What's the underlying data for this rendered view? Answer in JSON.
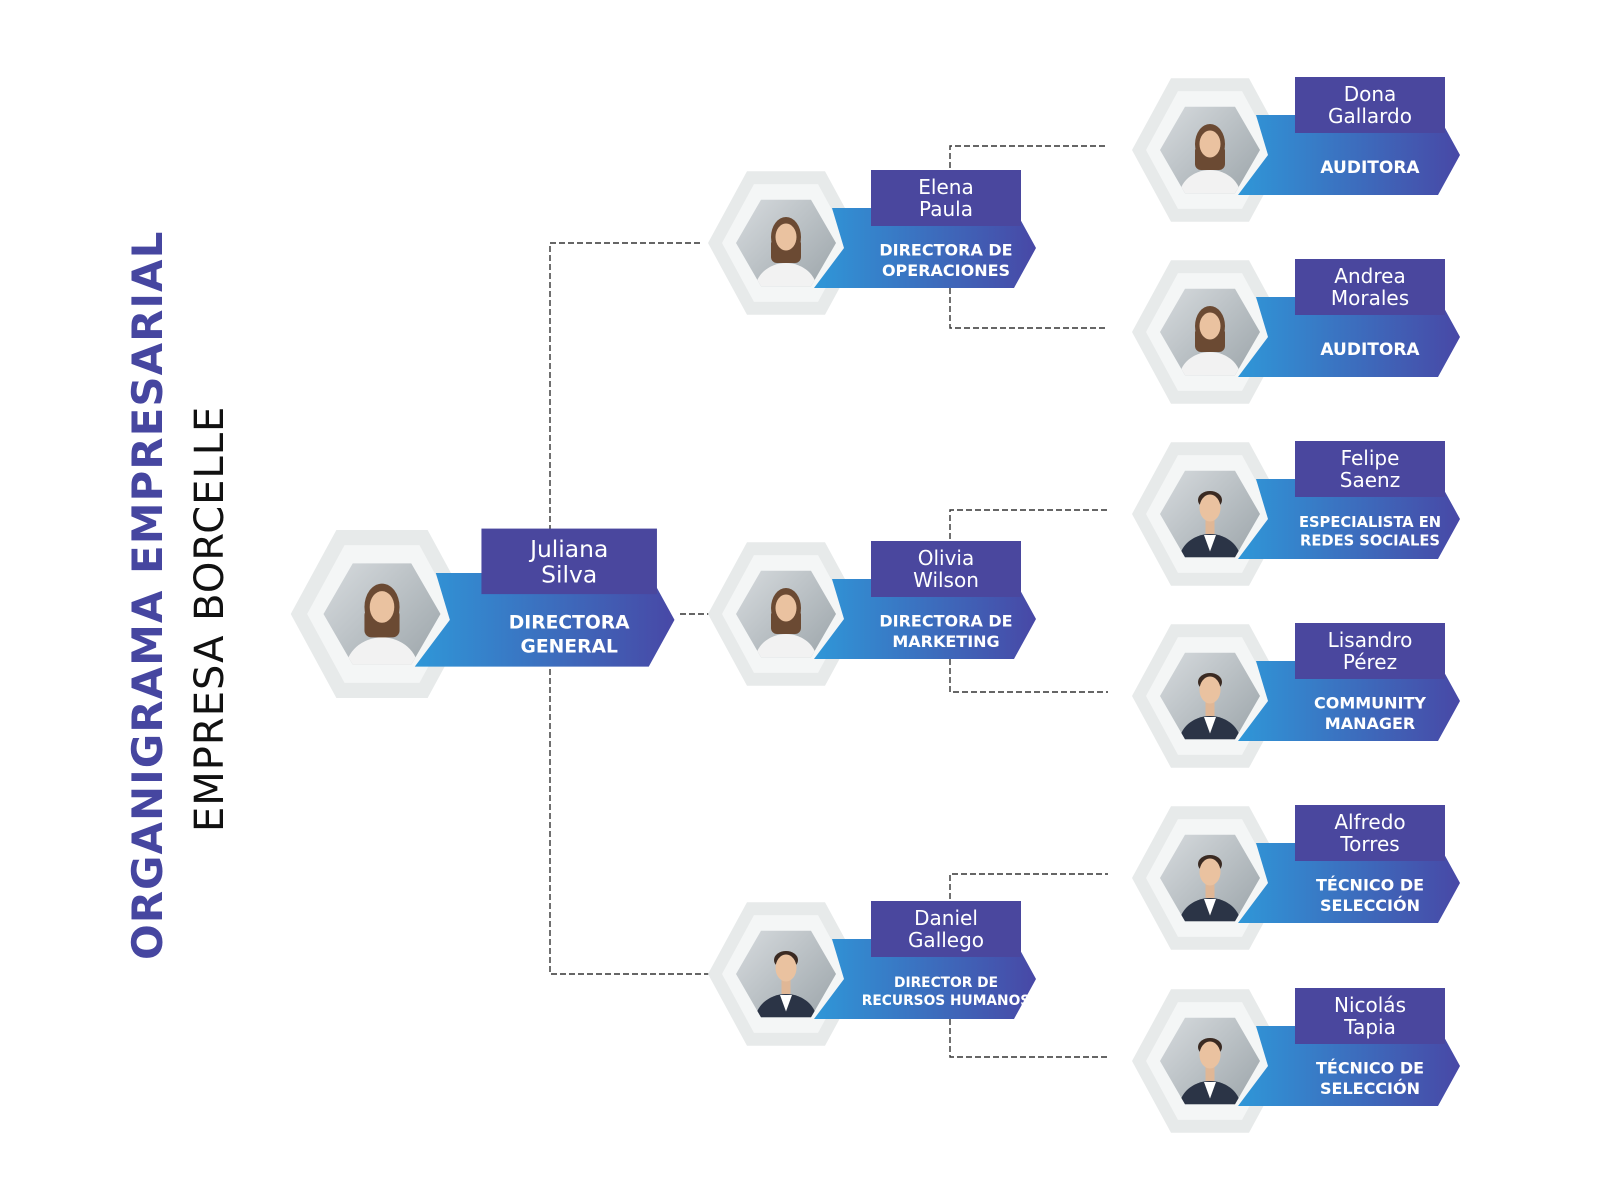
{
  "title": "ORGANIGRAMA EMPRESARIAL",
  "subtitle": "EMPRESA BORCELLE",
  "colors": {
    "accent": "#4646a0",
    "name_box": "#4a479e",
    "role_gradient_start": "#2f97d8",
    "role_gradient_end": "#4848a6",
    "hex_outer": "#e7eaea",
    "hex_inner": "#f4f6f6",
    "connector": "#333333"
  },
  "diagram": {
    "ceo": {
      "name": "Juliana\nSilva",
      "role": "DIRECTORA\nGENERAL",
      "avatar": "woman-avatar"
    },
    "directors": [
      {
        "name": "Elena\nPaula",
        "role": "DIRECTORA DE\nOPERACIONES",
        "avatar": "woman-avatar",
        "reports": [
          {
            "name": "Dona\nGallardo",
            "role": "AUDITORA",
            "avatar": "woman-avatar"
          },
          {
            "name": "Andrea\nMorales",
            "role": "AUDITORA",
            "avatar": "woman-avatar"
          }
        ]
      },
      {
        "name": "Olivia\nWilson",
        "role": "DIRECTORA DE\nMARKETING",
        "avatar": "woman-avatar",
        "reports": [
          {
            "name": "Felipe\nSaenz",
            "role": "ESPECIALISTA EN\nREDES SOCIALES",
            "avatar": "man-avatar"
          },
          {
            "name": "Lisandro\nPérez",
            "role": "COMMUNITY\nMANAGER",
            "avatar": "man-avatar"
          }
        ]
      },
      {
        "name": "Daniel\nGallego",
        "role": "DIRECTOR DE\nRECURSOS HUMANOS",
        "avatar": "man-avatar",
        "reports": [
          {
            "name": "Alfredo\nTorres",
            "role": "TÉCNICO DE\nSELECCIÓN",
            "avatar": "man-avatar"
          },
          {
            "name": "Nicolás\nTapia",
            "role": "TÉCNICO DE\nSELECCIÓN",
            "avatar": "man-avatar"
          }
        ]
      }
    ]
  }
}
